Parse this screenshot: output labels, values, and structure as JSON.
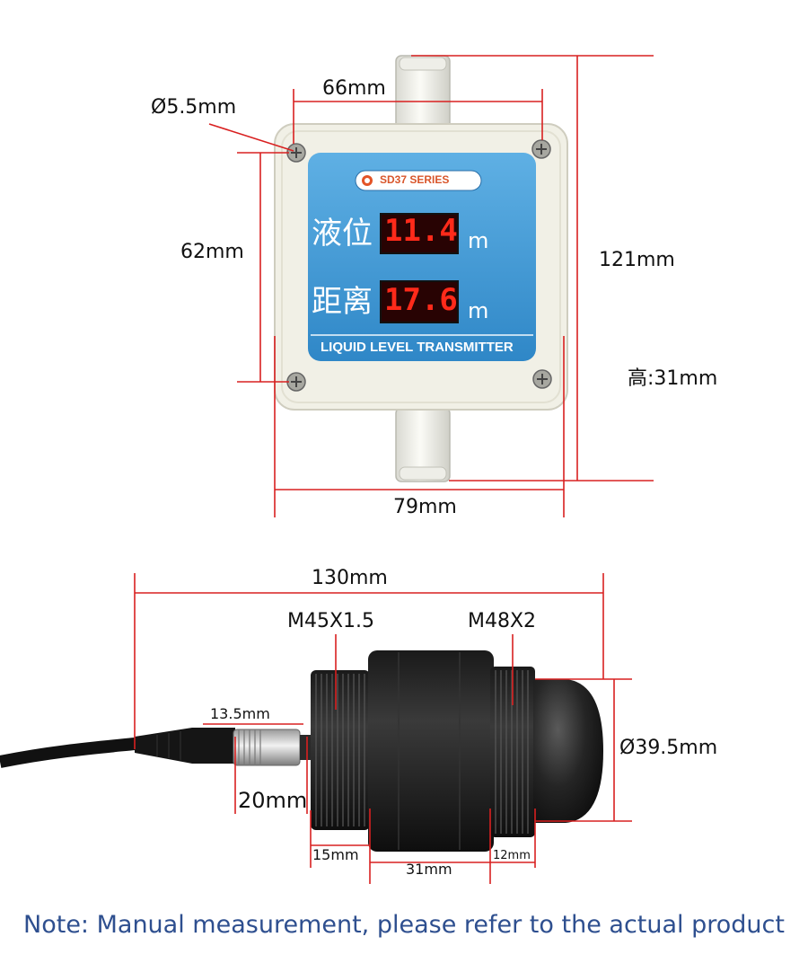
{
  "device": {
    "series_label": "SD37 SERIES",
    "row1_label": "液位",
    "row1_value": "11.4",
    "row1_unit": "m",
    "row2_label": "距离",
    "row2_value": "17.6",
    "row2_unit": "m",
    "footer_label": "LIQUID LEVEL TRANSMITTER"
  },
  "dimensions_top": {
    "hole_diameter": "Ø5.5mm",
    "hole_spacing_width": "66mm",
    "hole_spacing_height": "62mm",
    "overall_height": "121mm",
    "depth": "高:31mm",
    "overall_width": "79mm"
  },
  "dimensions_sensor": {
    "overall_length": "130mm",
    "thread_1": "M45X1.5",
    "thread_2": "M48X2",
    "connector_diameter": "13.5mm",
    "connector_length": "20mm",
    "head_diameter": "Ø39.5mm",
    "segment_1": "15mm",
    "segment_2": "31mm",
    "segment_3": "12mm"
  },
  "note": "Note: Manual measurement, please refer to the actual product",
  "colors": {
    "dimension_line": "#d92020",
    "enclosure": "#f1f0e6",
    "panel_blue": "#3d9ad6",
    "led_red": "#ff2a1a",
    "note_text": "#2e4f8f"
  }
}
